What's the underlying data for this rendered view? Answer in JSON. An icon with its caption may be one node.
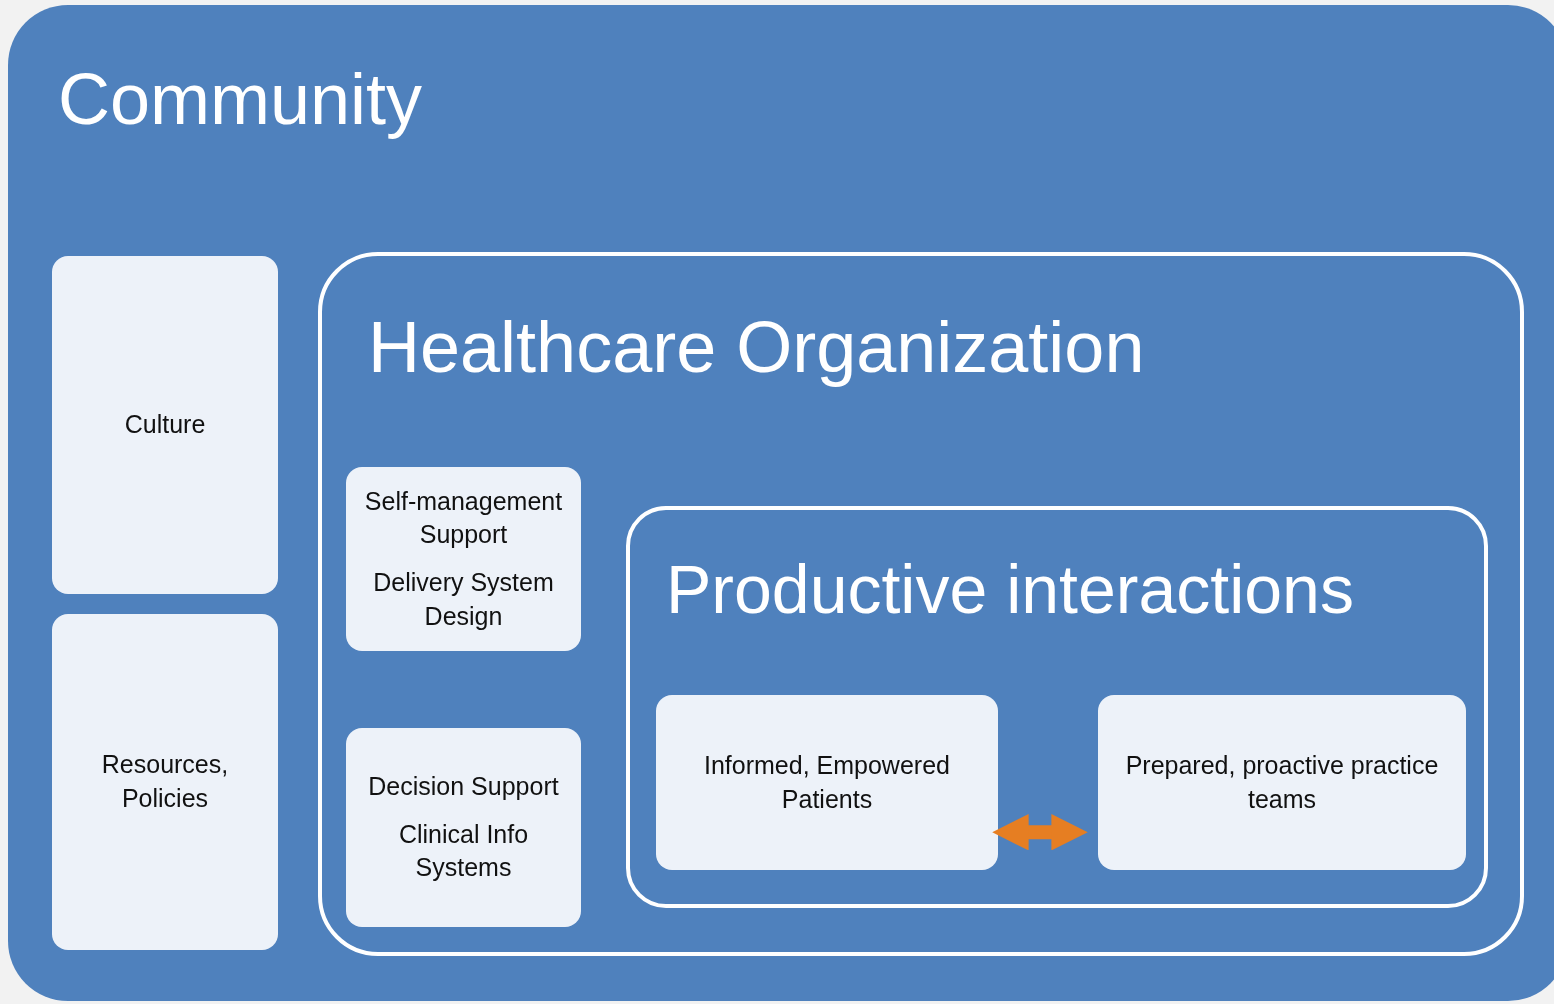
{
  "diagram": {
    "nodes": [
      {
        "text": [
          "Community"
        ]
      },
      {
        "text": [
          "Culture"
        ],
        "in": 0
      },
      {
        "text": [
          "Resources, Policies"
        ],
        "in": 0
      },
      {
        "text": [
          "Healthcare Organization"
        ],
        "in": 0
      },
      {
        "text": [
          "Self-management Support",
          "Delivery System Design"
        ],
        "in": 3
      },
      {
        "text": [
          "Decision Support",
          "Clinical Info Systems"
        ],
        "in": 3
      },
      {
        "text": [
          "Productive interactions"
        ],
        "in": 3
      },
      {
        "text": [
          "Informed, Empowered Patients"
        ],
        "in": 6
      },
      {
        "text": [
          "Prepared, proactive practice teams"
        ],
        "in": 6
      }
    ],
    "edges": [
      {
        "from": 7,
        "to": 8,
        "arrow": "both",
        "color": "#e67e22"
      }
    ]
  }
}
